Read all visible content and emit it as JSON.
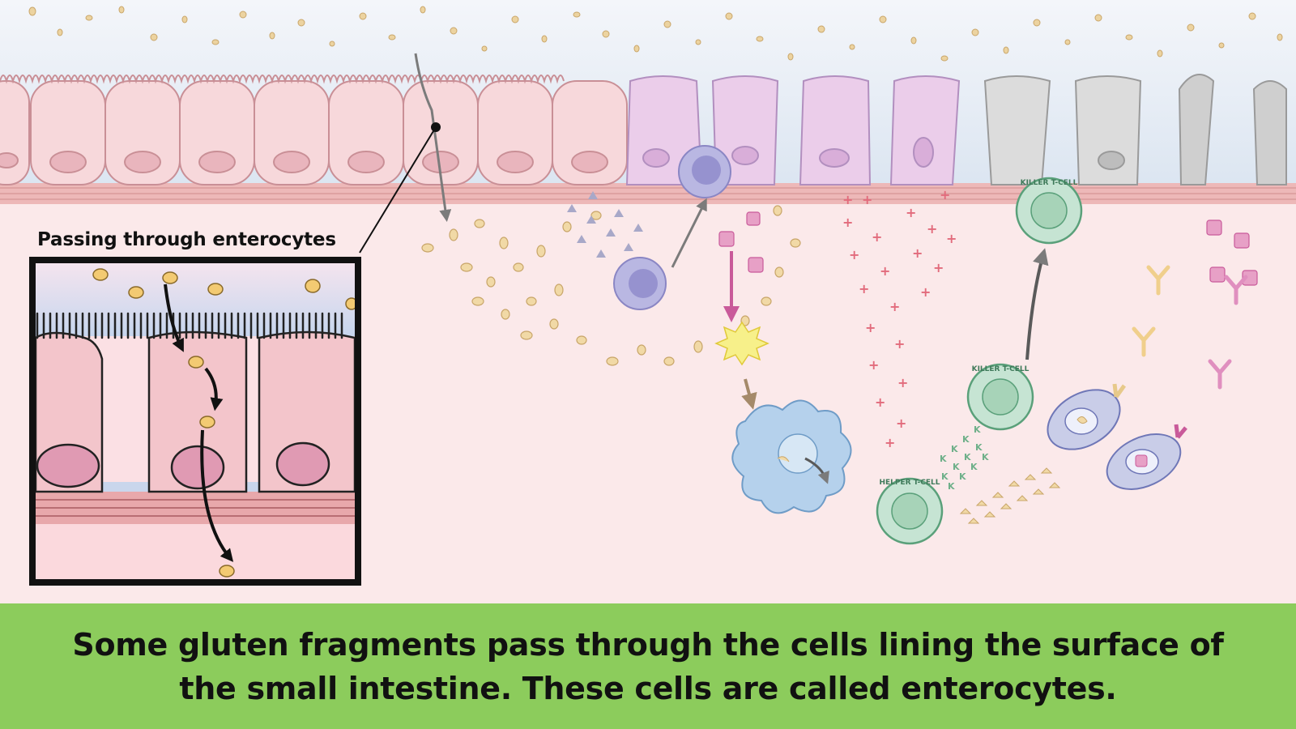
{
  "inset": {
    "label": "Passing through enterocytes"
  },
  "cells": {
    "killer_t_cell_top": "KILLER T-CELL",
    "killer_t_cell_bottom": "KILLER T-CELL",
    "helper_t_cell": "HELPER T-CELL"
  },
  "caption": {
    "line1": "Some gluten fragments pass through the cells lining the surface of",
    "line2": "the small intestine. These cells are called enterocytes."
  },
  "colors": {
    "caption_bar": "#8ccc5c",
    "lumen": "#dfe7f2",
    "tissue": "#fbe8ea",
    "enterocyte": "#f6d5d7",
    "damaged_cell": "#e9cbe8",
    "dead_cell": "#d6d6d6",
    "gluten": "#f1d9a6",
    "t_cell": "#bfe0cc",
    "dendritic_cell": "#a9c9e6"
  }
}
